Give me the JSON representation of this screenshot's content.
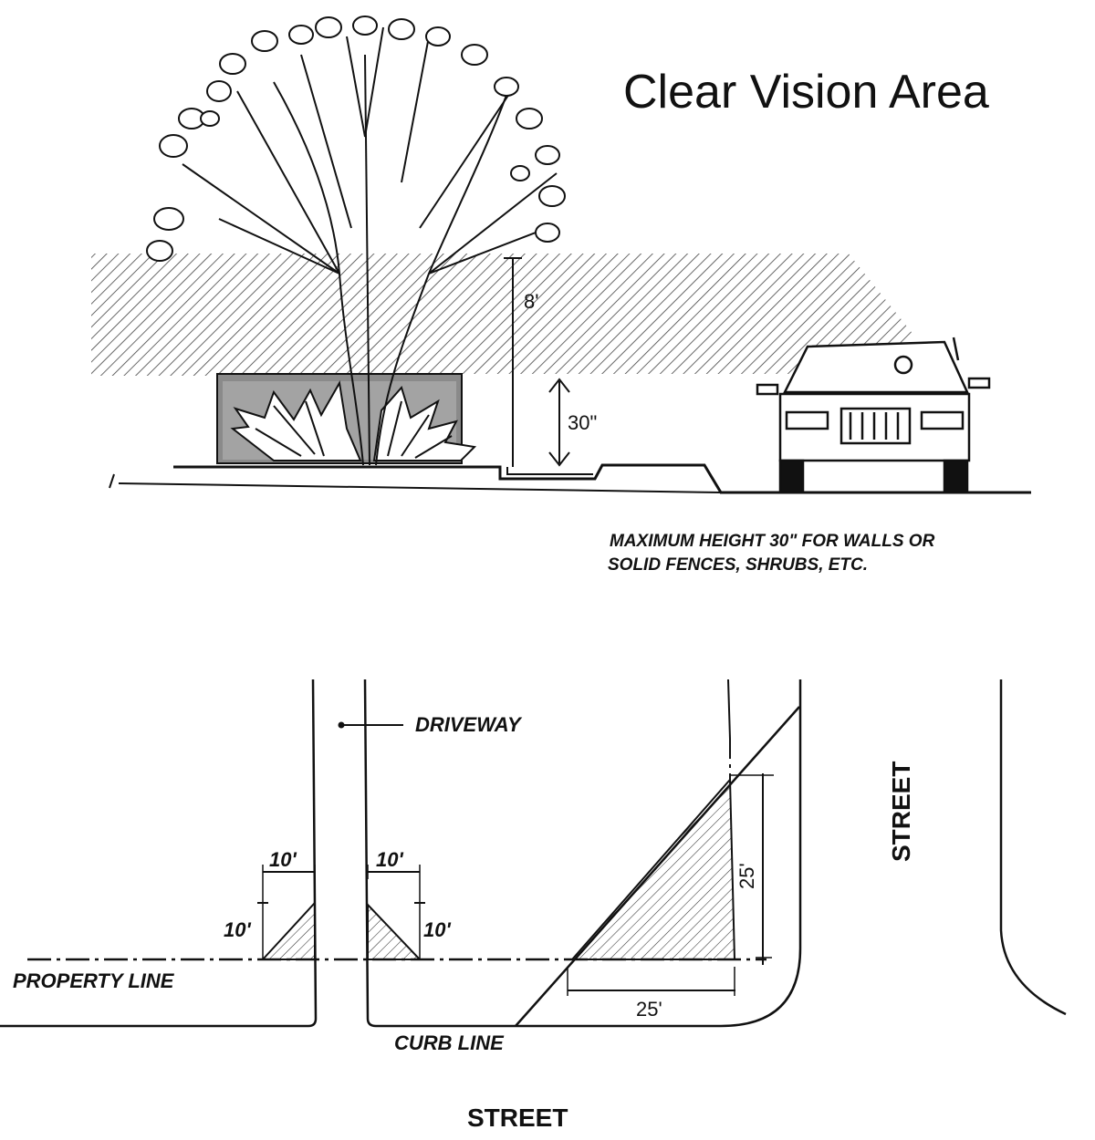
{
  "title": "Clear Vision Area",
  "elevation": {
    "height_8ft_label": "8'",
    "height_30in_label": "30\"",
    "note_line1": "MAXIMUM HEIGHT 30\" FOR WALLS OR",
    "note_line2": "SOLID FENCES, SHRUBS, ETC."
  },
  "plan": {
    "driveway_label": "DRIVEWAY",
    "property_line_label": "PROPERTY LINE",
    "curb_line_label": "CURB LINE",
    "street_bottom_label": "STREET",
    "street_right_label": "STREET",
    "driveway_left_width": "10'",
    "driveway_left_height": "10'",
    "driveway_right_width": "10'",
    "driveway_right_height": "10'",
    "corner_vertical": "25'",
    "corner_horizontal": "25'"
  }
}
